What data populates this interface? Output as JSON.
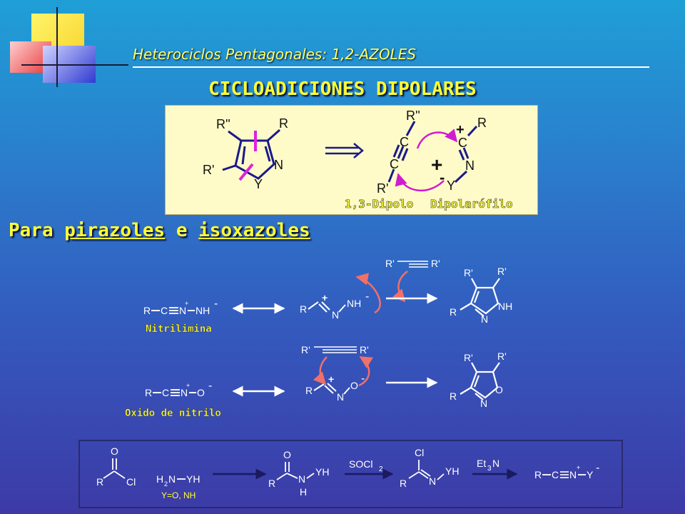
{
  "header": {
    "title": "Heterociclos Pentagonales: 1,2-AZOLES",
    "heading": "CICLOADICIONES DIPOLARES"
  },
  "colors": {
    "accent_yellow": "#ffff33",
    "pink": "#e020e0",
    "panel_bg": "#fffbc8"
  },
  "top_scheme": {
    "ring": {
      "r_dbl": "R''",
      "r": "R",
      "r_prime": "R'",
      "y": "Y",
      "n": "N"
    },
    "alkyne": {
      "r_dbl": "R''",
      "c1": "C",
      "c2": "C",
      "r_prime": "R'"
    },
    "dipole": {
      "plus": "+",
      "c": "C",
      "r": "R",
      "n": "N",
      "y": "Y",
      "minus": "-",
      "plus_center": "+"
    },
    "label_dipolo": "1,3-Dipolo",
    "label_dipolarofilo": "Dipolarófilo"
  },
  "subtitle": {
    "prefix": "Para",
    "word1": "pirazoles",
    "conj": "e",
    "word2": "isoxazoles"
  },
  "row1": {
    "dipole": {
      "r": "R",
      "c": "C",
      "n": "N",
      "plus": "+",
      "nh": "NH",
      "minus": "-"
    },
    "label": "Nitrilimina",
    "alkyne": {
      "left": "R'",
      "right": "R'"
    },
    "mid": {
      "r": "R",
      "plus": "+",
      "n": "N",
      "nh": "NH",
      "minus": "-"
    },
    "product": {
      "r1": "R'",
      "r2": "R'",
      "r": "R",
      "n": "N",
      "nh": "NH"
    }
  },
  "row2": {
    "dipole": {
      "r": "R",
      "c": "C",
      "n": "N",
      "plus": "+",
      "o": "O",
      "minus": "-"
    },
    "label": "Oxido de nitrilo",
    "alkyne": {
      "left": "R'",
      "right": "R'"
    },
    "mid": {
      "r": "R",
      "plus": "+",
      "n": "N",
      "o": "O",
      "minus": "-"
    },
    "product": {
      "r1": "R'",
      "r2": "R'",
      "r": "R",
      "n": "N",
      "o": "O"
    }
  },
  "bottom_scheme": {
    "acyl": {
      "o": "O",
      "r": "R",
      "cl": "Cl"
    },
    "amine": {
      "h": "H",
      "sub2": "2",
      "n": "N",
      "yh": "YH"
    },
    "note": "Y=O, NH",
    "amide": {
      "o": "O",
      "r": "R",
      "n": "N",
      "yh": "YH",
      "h": "H"
    },
    "reagent1": {
      "main": "SOCl",
      "sub": "2"
    },
    "imidoyl": {
      "cl": "Cl",
      "r": "R",
      "n": "N",
      "yh": "YH"
    },
    "reagent2": {
      "et": "Et",
      "sub": "3",
      "n": "N"
    },
    "product": {
      "r": "R",
      "c": "C",
      "n": "N",
      "plus": "+",
      "y": "Y",
      "minus": "-"
    }
  }
}
